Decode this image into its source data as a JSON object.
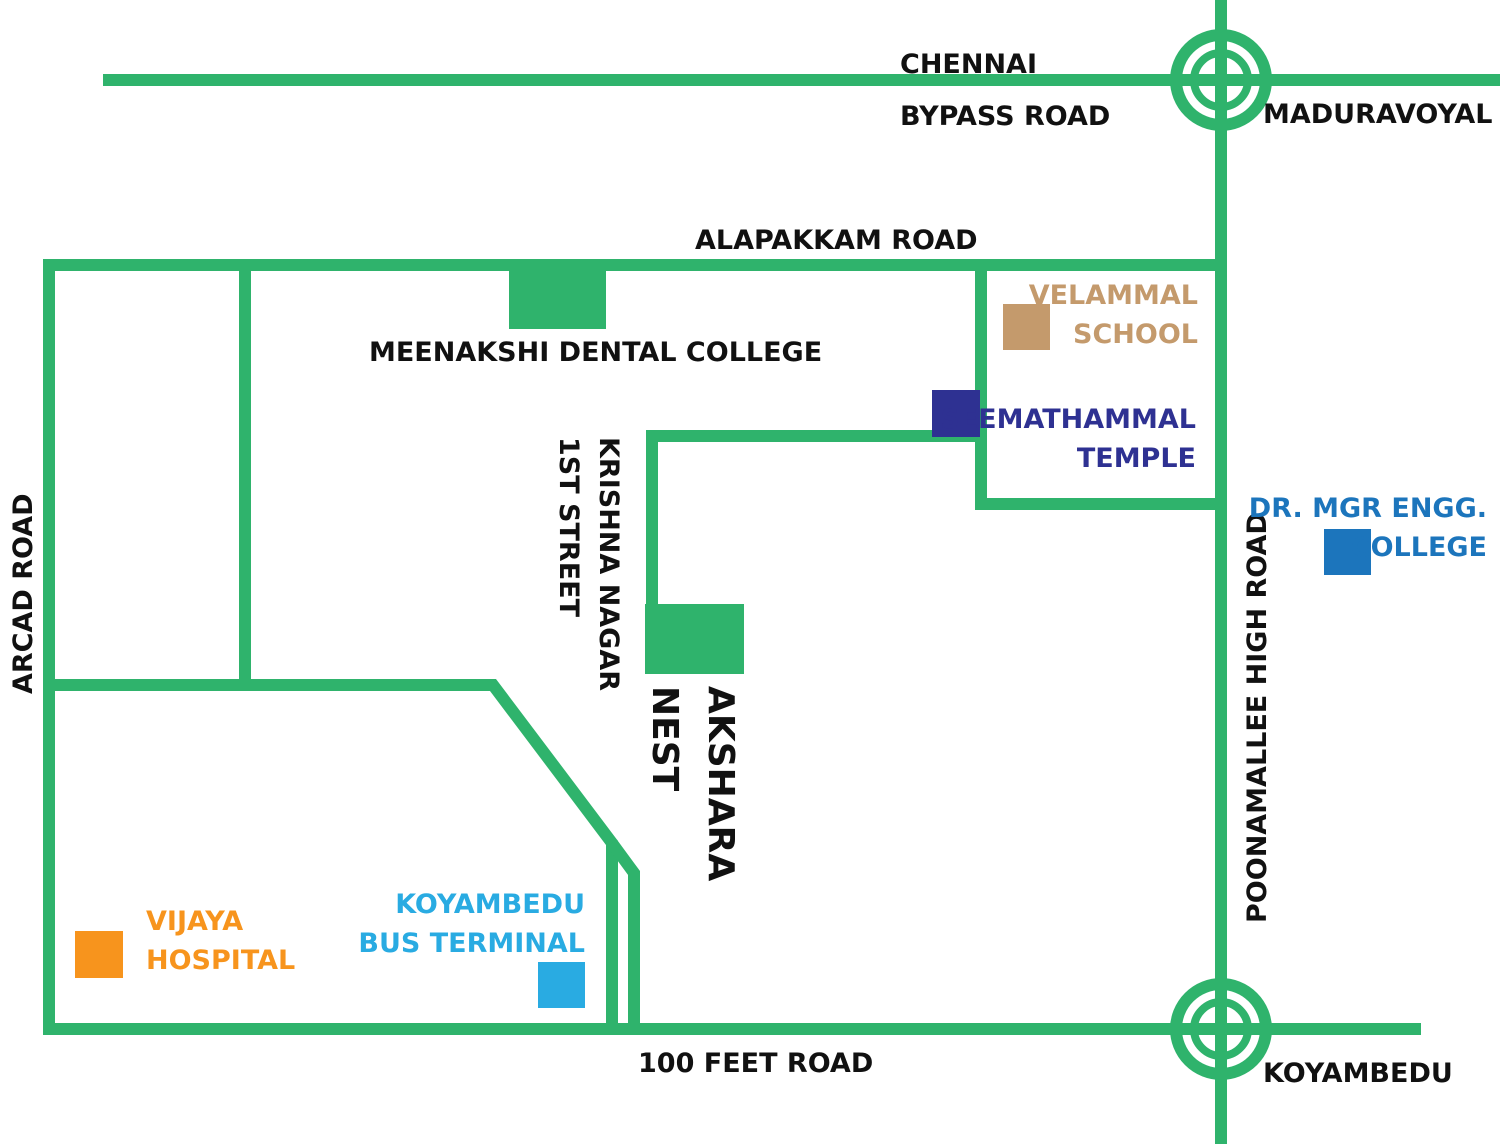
{
  "colors": {
    "road": "#2fb36c",
    "label": "#111111",
    "project": "#2fb36c",
    "dental_college": "#2fb36c",
    "velammal_school": "#c49a6c",
    "seemathammal_temple": "#2e3192",
    "mgr_college": "#1c75bc",
    "vijaya_hospital": "#f7941d",
    "bus_terminal": "#29abe2"
  },
  "roads": {
    "chennai": "CHENNAI",
    "bypass_road": "BYPASS ROAD",
    "alapakkam_road": "ALAPAKKAM ROAD",
    "arcad_road": "ARCAD ROAD",
    "krishna_nagar": "KRISHNA NAGAR",
    "first_street": "1ST STREET",
    "feet_road": "100 FEET ROAD",
    "poonamallee_high_road": "POONAMALLEE HIGH ROAD"
  },
  "areas": {
    "maduravoyal": "MADURAVOYAL",
    "koyambedu": "KOYAMBEDU"
  },
  "landmarks": {
    "meenakshi_dental_college": "MEENAKSHI DENTAL COLLEGE",
    "velammal_line1": "VELAMMAL",
    "velammal_line2": "SCHOOL",
    "seemathammal_line1": "SEEMATHAMMAL",
    "seemathammal_line2": "TEMPLE",
    "mgr_line1": "DR. MGR ENGG.",
    "mgr_line2": "COLLEGE",
    "vijaya_line1": "VIJAYA",
    "vijaya_line2": "HOSPITAL",
    "koyambedu_bus_line1": "KOYAMBEDU",
    "koyambedu_bus_line2": "BUS TERMINAL"
  },
  "project": {
    "line1": "AKSHARA",
    "line2": "NEST"
  }
}
